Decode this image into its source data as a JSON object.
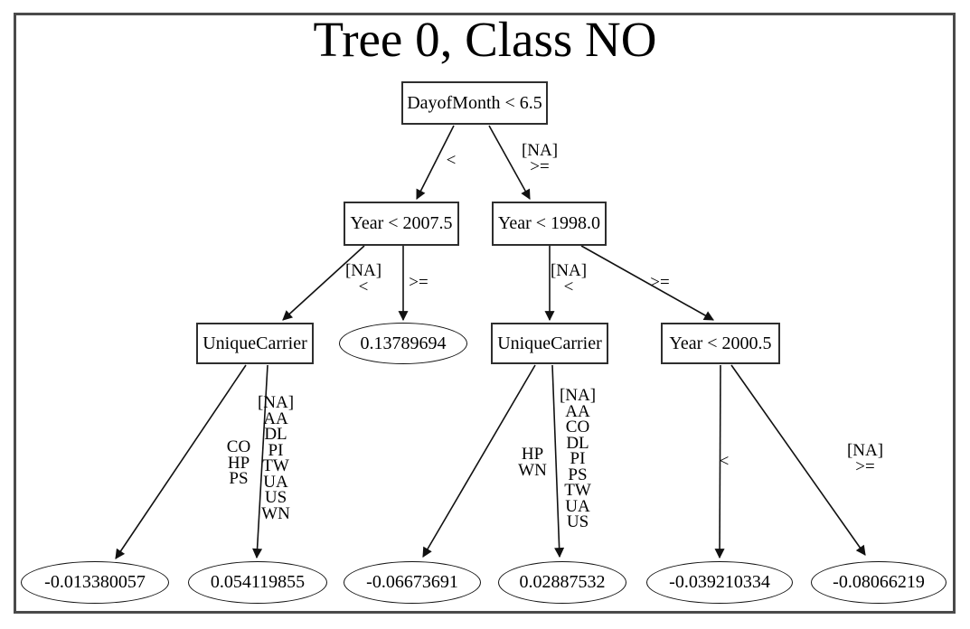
{
  "title": "Tree 0, Class NO",
  "colors": {
    "background": "#ffffff",
    "frame_border": "#4a4a4a",
    "node_border": "#2e2e2e",
    "edge": "#111111",
    "text": "#000000"
  },
  "tree": {
    "nodes": {
      "root": {
        "label": "DayofMonth < 6.5",
        "shape": "box"
      },
      "l": {
        "label": "Year < 2007.5",
        "shape": "box"
      },
      "r": {
        "label": "Year < 1998.0",
        "shape": "box"
      },
      "ll": {
        "label": "UniqueCarrier",
        "shape": "box"
      },
      "lr": {
        "label": "0.13789694",
        "shape": "ellipse"
      },
      "rl": {
        "label": "UniqueCarrier",
        "shape": "box"
      },
      "rr": {
        "label": "Year < 2000.5",
        "shape": "box"
      },
      "leaf1": {
        "label": "-0.013380057",
        "shape": "ellipse"
      },
      "leaf2": {
        "label": "0.054119855",
        "shape": "ellipse"
      },
      "leaf3": {
        "label": "-0.06673691",
        "shape": "ellipse"
      },
      "leaf4": {
        "label": "0.02887532",
        "shape": "ellipse"
      },
      "leaf5": {
        "label": "-0.039210334",
        "shape": "ellipse"
      },
      "leaf6": {
        "label": "-0.08066219",
        "shape": "ellipse"
      }
    },
    "edges": {
      "root_l": {
        "from": "root",
        "to": "l",
        "label": "<"
      },
      "root_r": {
        "from": "root",
        "to": "r",
        "label": "[NA]\n>="
      },
      "l_ll": {
        "from": "l",
        "to": "ll",
        "label": "[NA]\n<"
      },
      "l_lr": {
        "from": "l",
        "to": "lr",
        "label": ">="
      },
      "r_rl": {
        "from": "r",
        "to": "rl",
        "label": "[NA]\n<"
      },
      "r_rr": {
        "from": "r",
        "to": "rr",
        "label": ">="
      },
      "ll_leaf1": {
        "from": "ll",
        "to": "leaf1",
        "label": "CO\nHP\nPS"
      },
      "ll_leaf2": {
        "from": "ll",
        "to": "leaf2",
        "label": "[NA]\nAA\nDL\nPI\nTW\nUA\nUS\nWN"
      },
      "rl_leaf3": {
        "from": "rl",
        "to": "leaf3",
        "label": "HP\nWN"
      },
      "rl_leaf4": {
        "from": "rl",
        "to": "leaf4",
        "label": "[NA]\nAA\nCO\nDL\nPI\nPS\nTW\nUA\nUS"
      },
      "rr_leaf5": {
        "from": "rr",
        "to": "leaf5",
        "label": "<"
      },
      "rr_leaf6": {
        "from": "rr",
        "to": "leaf6",
        "label": "[NA]\n>="
      }
    }
  }
}
